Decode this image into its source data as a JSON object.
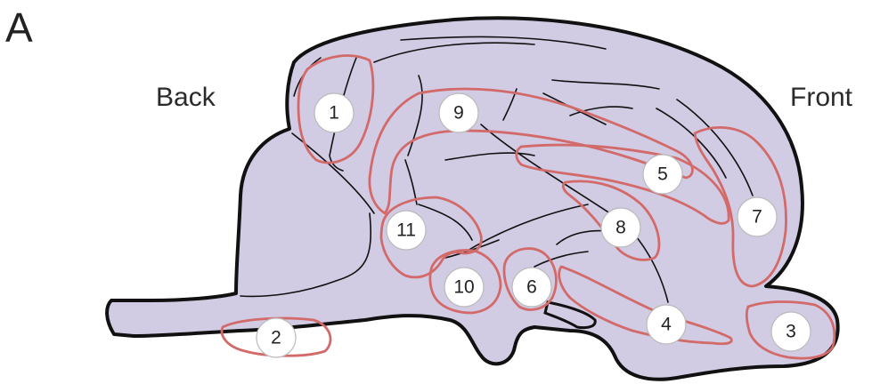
{
  "panel_label": "A",
  "labels": {
    "back": "Back",
    "front": "Front"
  },
  "markers": [
    "1",
    "2",
    "3",
    "4",
    "5",
    "6",
    "7",
    "8",
    "9",
    "10",
    "11"
  ],
  "colors": {
    "brain_fill": "#d2cbe4",
    "outline": "#111111",
    "region_outline": "#d36a6a",
    "marker_fill": "#ffffff"
  }
}
